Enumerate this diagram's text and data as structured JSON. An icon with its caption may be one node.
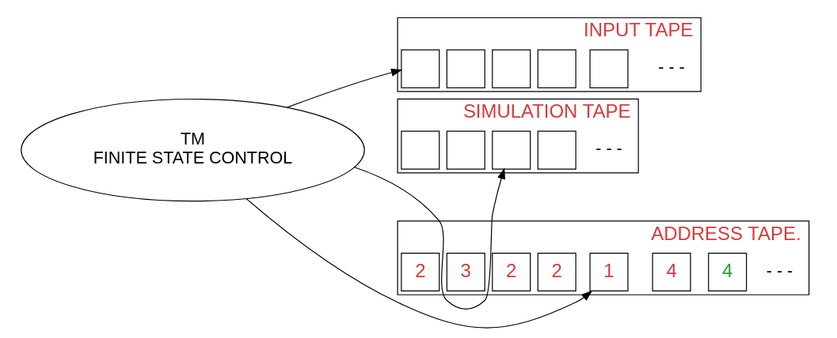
{
  "diagram": {
    "nodes": [
      {
        "text": [
          "TM",
          "FINITE STATE CONTROL"
        ]
      },
      {
        "text": [],
        "shape": "box",
        "beside": [
          "INPUT TAPE"
        ]
      },
      {
        "text": [],
        "shape": "box",
        "in": 1
      },
      {
        "text": [],
        "shape": "box",
        "in": 1
      },
      {
        "text": [],
        "shape": "box",
        "in": 1
      },
      {
        "text": [],
        "shape": "box",
        "in": 1
      },
      {
        "text": [],
        "shape": "box",
        "in": 1
      },
      {
        "text": [],
        "shape": "box",
        "beside": [
          "SIMULATION TAPE"
        ]
      },
      {
        "text": [],
        "shape": "box",
        "in": 7
      },
      {
        "text": [],
        "shape": "box",
        "in": 7
      },
      {
        "text": [],
        "shape": "box",
        "in": 7
      },
      {
        "text": [],
        "shape": "box",
        "in": 7
      },
      {
        "text": [],
        "shape": "box",
        "beside": [
          "ADDRESS TAPE."
        ]
      },
      {
        "text": [
          "2"
        ],
        "in": 12
      },
      {
        "text": [
          "3"
        ],
        "in": 12
      },
      {
        "text": [
          "2"
        ],
        "in": 12
      },
      {
        "text": [
          "2"
        ],
        "in": 12
      },
      {
        "text": [
          "1"
        ],
        "in": 12
      },
      {
        "text": [
          "4"
        ],
        "in": 12
      },
      {
        "text": [
          "4"
        ],
        "in": 12
      }
    ],
    "edges": [
      {
        "from": 0,
        "to": 2,
        "arrow": "to"
      },
      {
        "from": 0,
        "to": 10,
        "arrow": "to"
      },
      {
        "from": 0,
        "to": 17,
        "arrow": "to"
      }
    ],
    "labels": [
      "- - -",
      "- - -",
      "- - -"
    ]
  }
}
